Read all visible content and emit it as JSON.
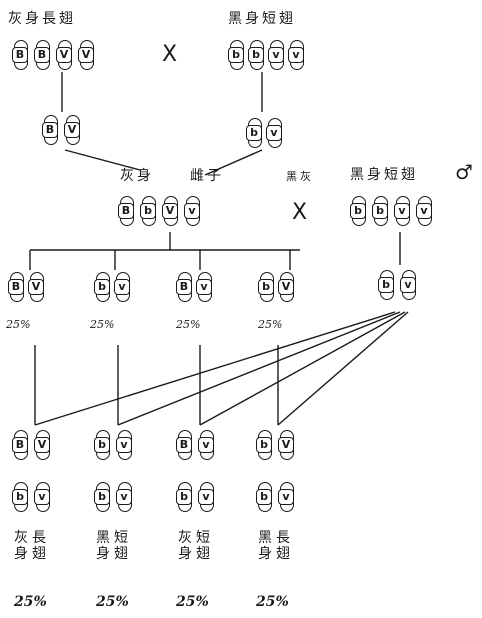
{
  "parents": {
    "gray_long_label": "灰身長翅",
    "black_short_label": "黑身短翅",
    "cross_symbol": "X"
  },
  "f1": {
    "female_label_part1": "灰身",
    "female_label_part2": "雌子",
    "male_label_short": "黑身短翅",
    "male_prefix": "黑灰",
    "cross_symbol": "X",
    "male_symbol": "♂"
  },
  "gametes": {
    "percents": [
      "25%",
      "25%",
      "25%",
      "25%"
    ]
  },
  "offspring": {
    "labels": [
      [
        "灰身",
        "長翅"
      ],
      [
        "黑身",
        "短翅"
      ],
      [
        "灰身",
        "短翅"
      ],
      [
        "黑身",
        "長翅"
      ]
    ],
    "percents": [
      "25%",
      "25%",
      "25%",
      "25%"
    ]
  },
  "chromosomes": {
    "parent_left": [
      "B",
      "B",
      "V",
      "V"
    ],
    "parent_right": [
      "b",
      "b",
      "v",
      "v"
    ],
    "gamete_left": [
      "B",
      "V"
    ],
    "gamete_right": [
      "b",
      "v"
    ],
    "f1_female": [
      "B",
      "b",
      "V",
      "v"
    ],
    "f1_male": [
      "b",
      "b",
      "v",
      "v"
    ],
    "male_gamete": [
      "b",
      "v"
    ],
    "f2_gametes": [
      [
        "B",
        "V"
      ],
      [
        "b",
        "v"
      ],
      [
        "B",
        "v"
      ],
      [
        "b",
        "V"
      ]
    ],
    "offspring_top": [
      [
        "B",
        "V"
      ],
      [
        "b",
        "v"
      ],
      [
        "B",
        "v"
      ],
      [
        "b",
        "V"
      ]
    ],
    "offspring_bottom": [
      [
        "b",
        "v"
      ],
      [
        "b",
        "v"
      ],
      [
        "b",
        "v"
      ],
      [
        "b",
        "v"
      ]
    ]
  }
}
